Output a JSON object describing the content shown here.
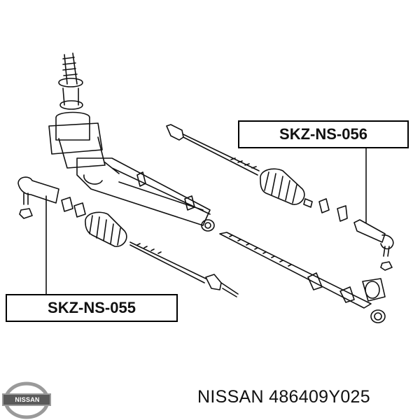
{
  "callouts": {
    "right_part": "SKZ-NS-056",
    "left_part": "SKZ-NS-055"
  },
  "footer": {
    "brand": "NISSAN",
    "part_number": "NISSAN 486409Y025"
  },
  "colors": {
    "ink": "#111111",
    "logo_silver": "#9a9a9a",
    "logo_bar": "#5a5a5a"
  }
}
